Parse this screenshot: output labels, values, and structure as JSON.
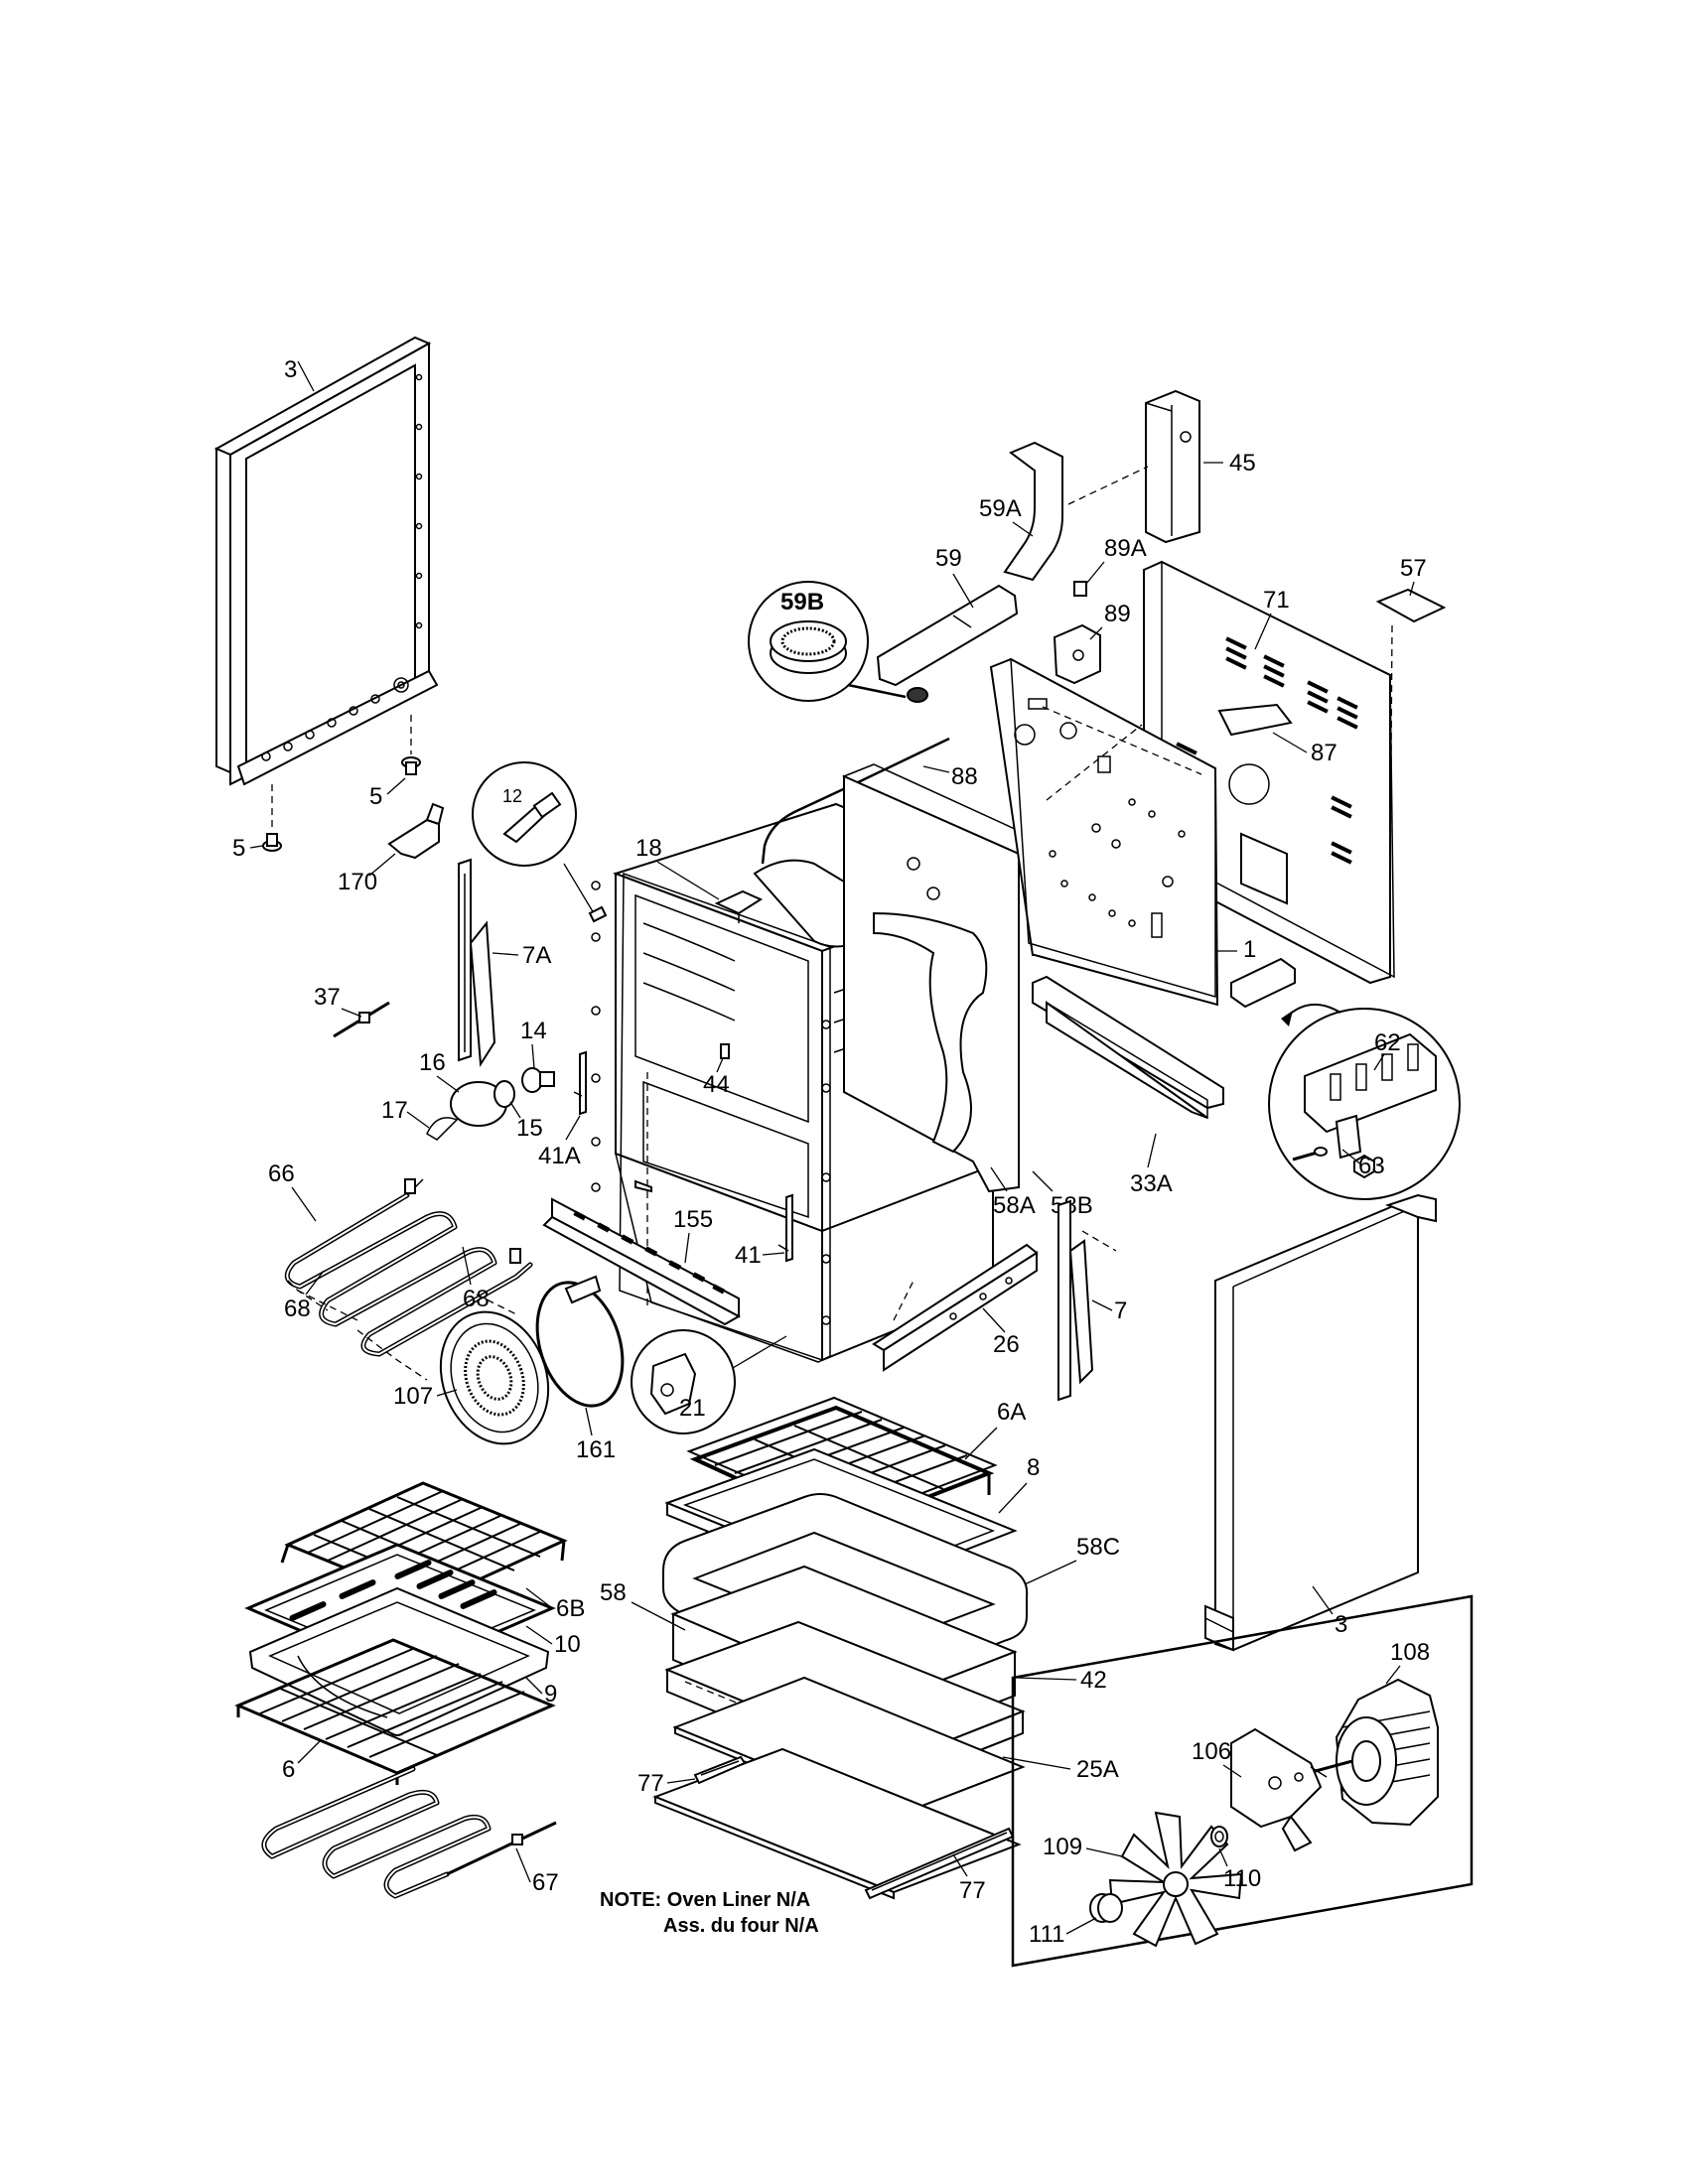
{
  "labels": {
    "p3_top": "3",
    "p5_a": "5",
    "p5_b": "5",
    "p170": "170",
    "p12": "12",
    "p18": "18",
    "p7A": "7A",
    "p37": "37",
    "p14": "14",
    "p16": "16",
    "p17": "17",
    "p15": "15",
    "p41A": "41A",
    "p44": "44",
    "p66": "66",
    "p68_a": "68",
    "p68_b": "68",
    "p155": "155",
    "p41": "41",
    "p107": "107",
    "p161": "161",
    "p21": "21",
    "p26": "26",
    "p7": "7",
    "p6A": "6A",
    "p8": "8",
    "p58C": "58C",
    "p6B": "6B",
    "p58": "58",
    "p10": "10",
    "p9": "9",
    "p42": "42",
    "p6": "6",
    "p25A": "25A",
    "p77_a": "77",
    "p77_b": "77",
    "p67": "67",
    "p45": "45",
    "p59A": "59A",
    "p89A": "89A",
    "p59": "59",
    "p59B": "59B",
    "p89": "89",
    "p71": "71",
    "p57": "57",
    "p88": "88",
    "p87": "87",
    "p1": "1",
    "p62": "62",
    "p63": "63",
    "p58A": "58A",
    "p58B": "58B",
    "p33A": "33A",
    "p3_side": "3",
    "p108": "108",
    "p106": "106",
    "p109": "109",
    "p110": "110",
    "p111": "111"
  },
  "note": {
    "line1": "NOTE: Oven Liner N/A",
    "line2": "Ass. du four N/A"
  }
}
